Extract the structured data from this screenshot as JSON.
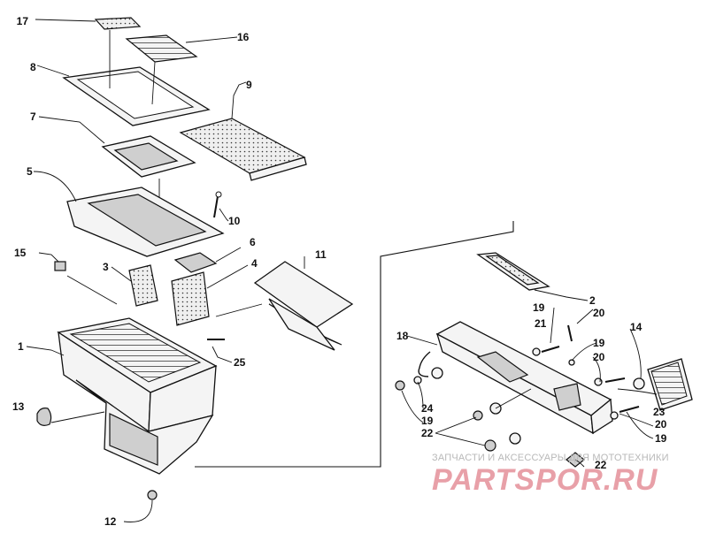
{
  "diagram": {
    "callouts": {
      "p1": "1",
      "p2": "2",
      "p3": "3",
      "p4": "4",
      "p5": "5",
      "p6": "6",
      "p7": "7",
      "p8": "8",
      "p9": "9",
      "p10": "10",
      "p11": "11",
      "p12": "12",
      "p13": "13",
      "p14": "14",
      "p15": "15",
      "p16": "16",
      "p17": "17",
      "p18": "18",
      "p19a": "19",
      "p19b": "19",
      "p19c": "19",
      "p19d": "19",
      "p20a": "20",
      "p20b": "20",
      "p20c": "20",
      "p21": "21",
      "p22a": "22",
      "p22b": "22",
      "p23": "23",
      "p24": "24",
      "p25": "25"
    },
    "line_color": "#111111",
    "fill_color": "#f4f4f4"
  },
  "watermark": {
    "tagline": "ЗАПЧАСТИ И АКСЕССУАРЫ ДЛЯ МОТОТЕХНИКИ",
    "logo": "PARTSPOR.RU",
    "logo_color": "#e8a0a8"
  }
}
